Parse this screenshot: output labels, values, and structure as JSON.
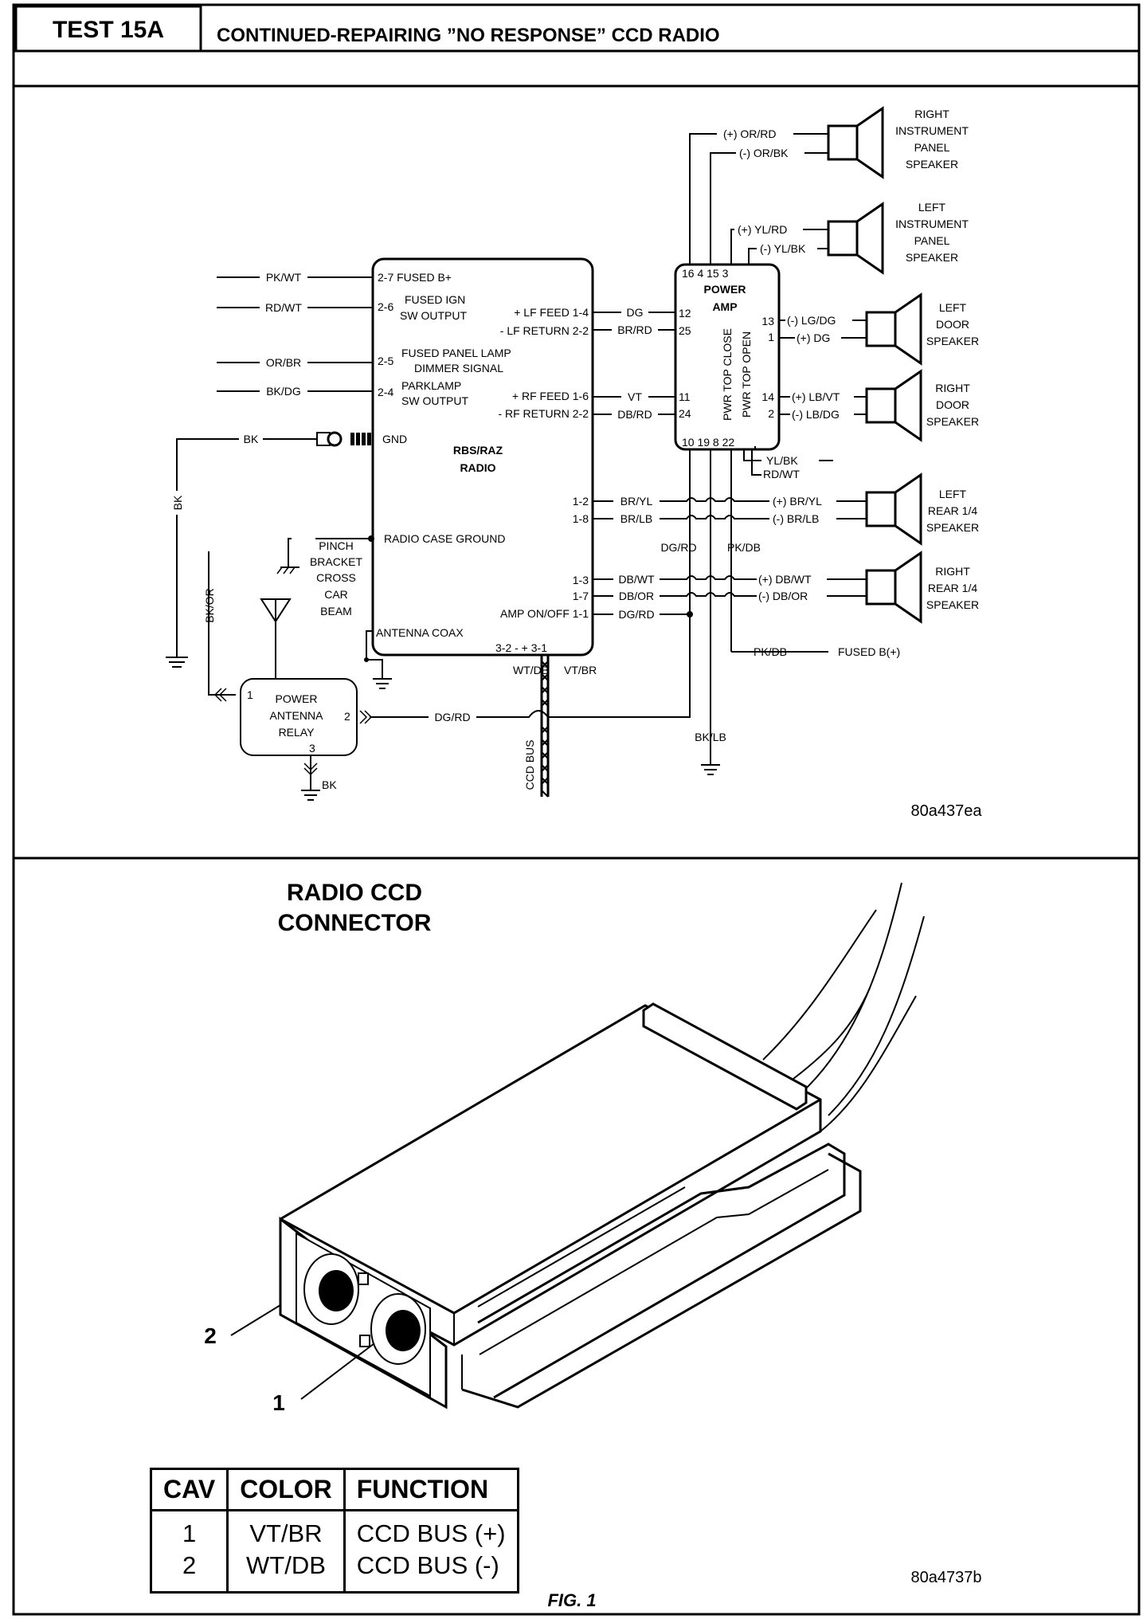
{
  "header": {
    "test_label": "TEST 15A",
    "title": "CONTINUED-REPAIRING ”NO RESPONSE” CCD RADIO"
  },
  "schematic": {
    "ref_code": "80a437ea",
    "radio": {
      "name_line1": "RBS/RAZ",
      "name_line2": "RADIO",
      "pins": {
        "p27": "2-7 FUSED B+",
        "p26_num": "2-6",
        "p26_a": "FUSED IGN",
        "p26_b": "SW OUTPUT",
        "p25_num": "2-5",
        "p25_a": "FUSED PANEL LAMP",
        "p25_b": "DIMMER SIGNAL",
        "p24_num": "2-4",
        "p24_a": "PARKLAMP",
        "p24_b": "SW OUTPUT",
        "gnd": "GND",
        "lf_feed": "+ LF FEED 1-4",
        "lf_return": "- LF RETURN 2-2",
        "rf_feed": "+ RF FEED 1-6",
        "rf_return": "- RF RETURN 2-2",
        "p12": "1-2",
        "p18": "1-8",
        "p13": "1-3",
        "p17": "1-7",
        "amp_onoff": "AMP ON/OFF 1-1",
        "case_ground": "RADIO CASE GROUND",
        "antenna_coax": "ANTENNA COAX",
        "ccd_pins": "3-2  -  +  3-1"
      }
    },
    "left_wires": {
      "pkwt": "PK/WT",
      "rdwt": "RD/WT",
      "orbr": "OR/BR",
      "bkdg": "BK/DG",
      "bk": "BK",
      "bk_vert": "BK",
      "bkor": "BK/OR"
    },
    "pinch": {
      "l1": "PINCH",
      "l2": "BRACKET",
      "l3": "CROSS",
      "l4": "CAR",
      "l5": "BEAM"
    },
    "relay": {
      "l1": "POWER",
      "l2": "ANTENNA",
      "l3": "RELAY",
      "pin1": "1",
      "pin2": "2",
      "pin3": "3",
      "ground": "BK"
    },
    "mid_wires": {
      "dg": "DG",
      "brrd": "BR/RD",
      "vt": "VT",
      "dbrd": "DB/RD",
      "bryl": "BR/YL",
      "brlb": "BR/LB",
      "dbwt": "DB/WT",
      "dbor": "DB/OR",
      "dgrd_amp": "DG/RD",
      "dgrd_vert": "DG/RD",
      "pkdb_vert": "PK/DB",
      "wtdb": "WT/DB",
      "vtbr": "VT/BR",
      "ccd_bus": "CCD BUS",
      "dgrd_relay": "DG/RD",
      "bklb": "BK/LB"
    },
    "amp": {
      "title1": "POWER",
      "title2": "AMP",
      "top_pins": "16  4  15  3",
      "pin12": "12",
      "pin25": "25",
      "pin11": "11",
      "pin24": "24",
      "pin13": "13",
      "pin1": "1",
      "pin14": "14",
      "pin2": "2",
      "bottom_pins": "10  19  8  22",
      "v1": "PWR TOP CLOSE",
      "v2": "PWR TOP OPEN"
    },
    "right_wires": {
      "orrd": "(+) OR/RD",
      "orbk": "(-) OR/BK",
      "ylrd": "(+) YL/RD",
      "ylbk": "(-) YL/BK",
      "lgdg": "(-)  LG/DG",
      "dg": "(+) DG",
      "lbvt": "(+) LB/VT",
      "lbdg": "(-) LB/DG",
      "ylbk2": "YL/BK",
      "rdwt2": "RD/WT",
      "bryl2": "(+) BR/YL",
      "brlb2": "(-) BR/LB",
      "dbwt2": "(+) DB/WT",
      "dbor2": "(-) DB/OR",
      "pkdb": "PK/DB",
      "fusedb": "FUSED B(+)"
    },
    "speakers": {
      "rip": [
        "RIGHT",
        "INSTRUMENT",
        "PANEL",
        "SPEAKER"
      ],
      "lip": [
        "LEFT",
        "INSTRUMENT",
        "PANEL",
        "SPEAKER"
      ],
      "ld": [
        "LEFT",
        "DOOR",
        "SPEAKER"
      ],
      "rd": [
        "RIGHT",
        "DOOR",
        "SPEAKER"
      ],
      "lr": [
        "LEFT",
        "REAR 1/4",
        "SPEAKER"
      ],
      "rr": [
        "RIGHT",
        "REAR 1/4",
        "SPEAKER"
      ]
    }
  },
  "connector": {
    "title_line1": "RADIO CCD",
    "title_line2": "CONNECTOR",
    "callout_2": "2",
    "callout_1": "1",
    "ref_code": "80a4737b",
    "fig": "FIG. 1"
  },
  "cav_table": {
    "headers": [
      "CAV",
      "COLOR",
      "FUNCTION"
    ],
    "rows": [
      [
        "1",
        "VT/BR",
        "CCD BUS (+)"
      ],
      [
        "2",
        "WT/DB",
        "CCD BUS (-)"
      ]
    ]
  }
}
